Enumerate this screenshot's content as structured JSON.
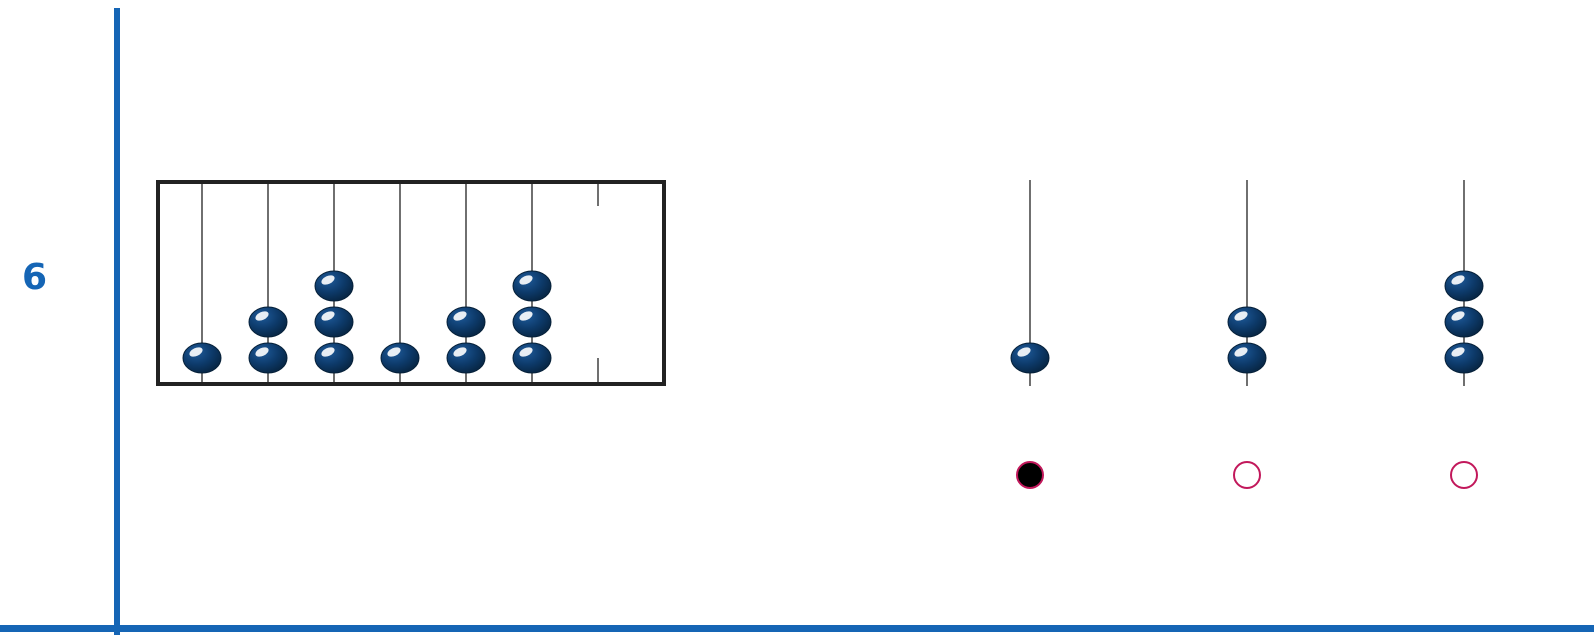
{
  "question": {
    "number": "6"
  },
  "colors": {
    "axis": "#1565b5",
    "bead": "#0d3a6a",
    "bead_highlight": "#ffffff",
    "option_border": "#c2185b",
    "option_selected": "#000000",
    "frame": "#222222"
  },
  "abacus_sequence": {
    "bead_counts": [
      1,
      2,
      3,
      1,
      2,
      3
    ],
    "empty_rods": 1
  },
  "answer_options": [
    {
      "beads": 1,
      "selected": true
    },
    {
      "beads": 2,
      "selected": false
    },
    {
      "beads": 3,
      "selected": false
    }
  ]
}
